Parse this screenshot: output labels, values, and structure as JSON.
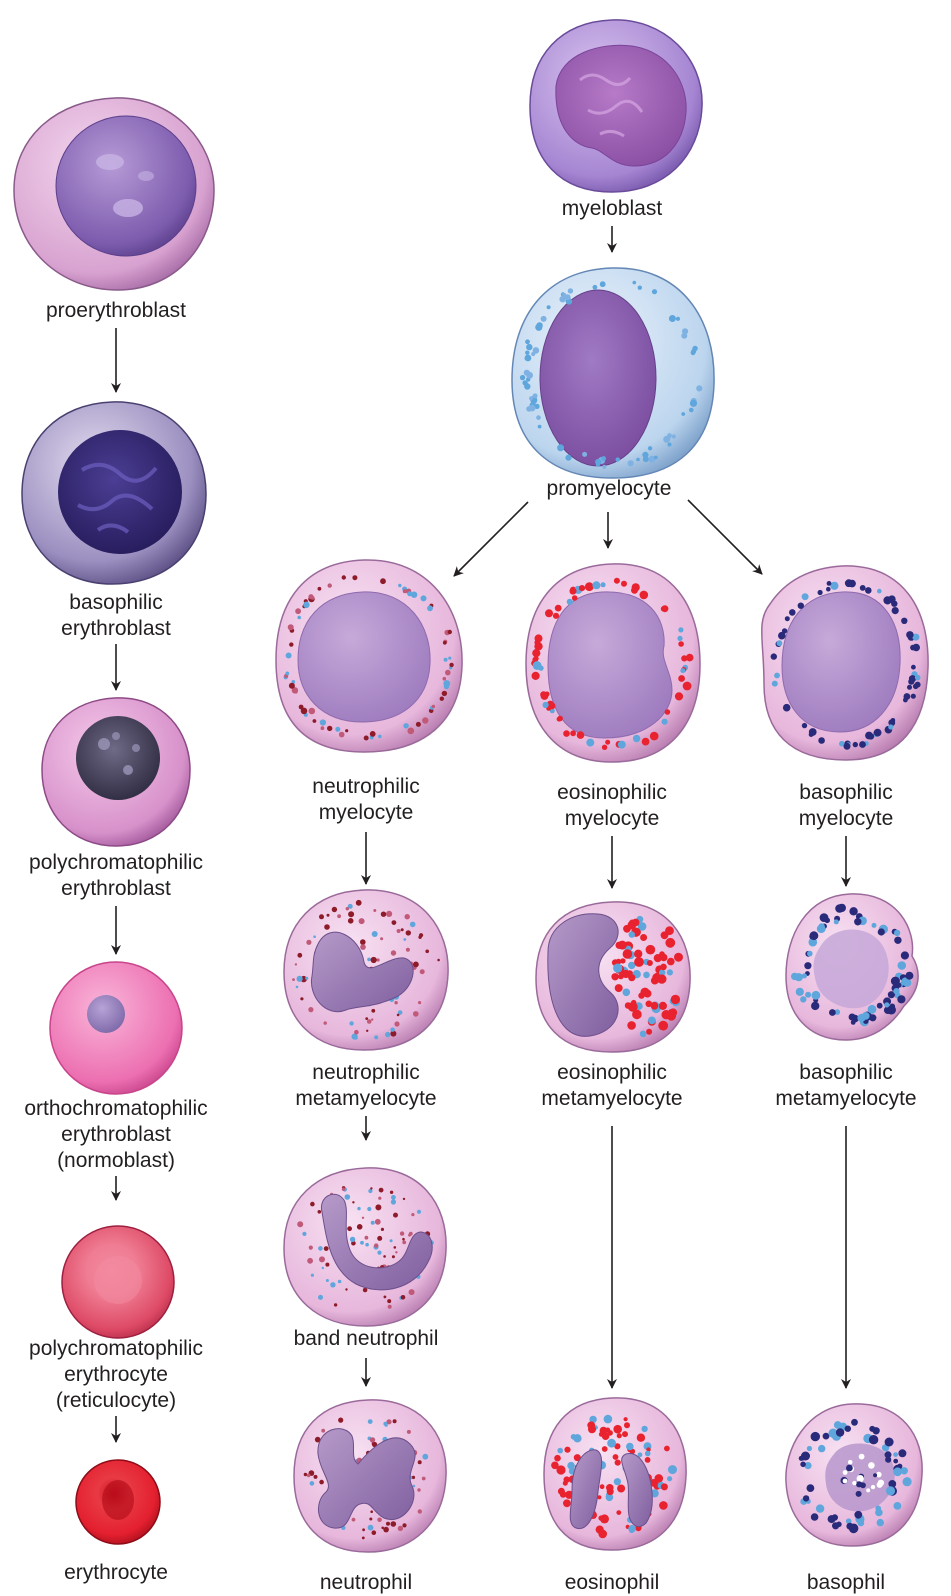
{
  "lines": {
    "erythroid": [
      {
        "key": "proerythroblast",
        "label": [
          "proerythroblast"
        ]
      },
      {
        "key": "basophilic_erythroblast",
        "label": [
          "basophilic",
          "erythroblast"
        ]
      },
      {
        "key": "polychromatophilic_erythroblast",
        "label": [
          "polychromatophilic",
          "erythroblast"
        ]
      },
      {
        "key": "orthochromatophilic_erythroblast",
        "label": [
          "orthochromatophilic",
          "erythroblast",
          "(normoblast)"
        ]
      },
      {
        "key": "reticulocyte",
        "label": [
          "polychromatophilic",
          "erythrocyte",
          "(reticulocyte)"
        ]
      },
      {
        "key": "erythrocyte",
        "label": [
          "erythrocyte"
        ]
      }
    ],
    "myeloid_common": [
      {
        "key": "myeloblast",
        "label": [
          "myeloblast"
        ]
      },
      {
        "key": "promyelocyte",
        "label": [
          "promyelocyte"
        ]
      }
    ],
    "neutrophil": [
      {
        "key": "neutrophilic_myelocyte",
        "label": [
          "neutrophilic",
          "myelocyte"
        ]
      },
      {
        "key": "neutrophilic_metamyelocyte",
        "label": [
          "neutrophilic",
          "metamyelocyte"
        ]
      },
      {
        "key": "band_neutrophil",
        "label": [
          "band neutrophil"
        ]
      },
      {
        "key": "neutrophil",
        "label": [
          "neutrophil"
        ]
      }
    ],
    "eosinophil": [
      {
        "key": "eosinophilic_myelocyte",
        "label": [
          "eosinophilic",
          "myelocyte"
        ]
      },
      {
        "key": "eosinophilic_metamyelocyte",
        "label": [
          "eosinophilic",
          "metamyelocyte"
        ]
      },
      {
        "key": "eosinophil",
        "label": [
          "eosinophil"
        ]
      }
    ],
    "basophil": [
      {
        "key": "basophilic_myelocyte",
        "label": [
          "basophilic",
          "myelocyte"
        ]
      },
      {
        "key": "basophilic_metamyelocyte",
        "label": [
          "basophilic",
          "metamyelocyte"
        ]
      },
      {
        "key": "basophil",
        "label": [
          "basophil"
        ]
      }
    ]
  },
  "colors": {
    "text": "#231f20",
    "arrow": "#231f20",
    "cytoplasm_pink": "#e7b3d8",
    "cytoplasm_blue": "#b9d3ee",
    "nucleus_purple": "#9a6ab8",
    "erythroblast_dark": "#3a2a6e",
    "orthochromatic_pink": "#ea72b2",
    "reticulocyte_red": "#e24a66",
    "erythrocyte_red": "#e4202f",
    "granule_neutrophil": "#8e1b2a",
    "granule_azure": "#5fa6dc",
    "granule_eosinophil": "#e8232f",
    "granule_basophil": "#2a2a7a"
  }
}
